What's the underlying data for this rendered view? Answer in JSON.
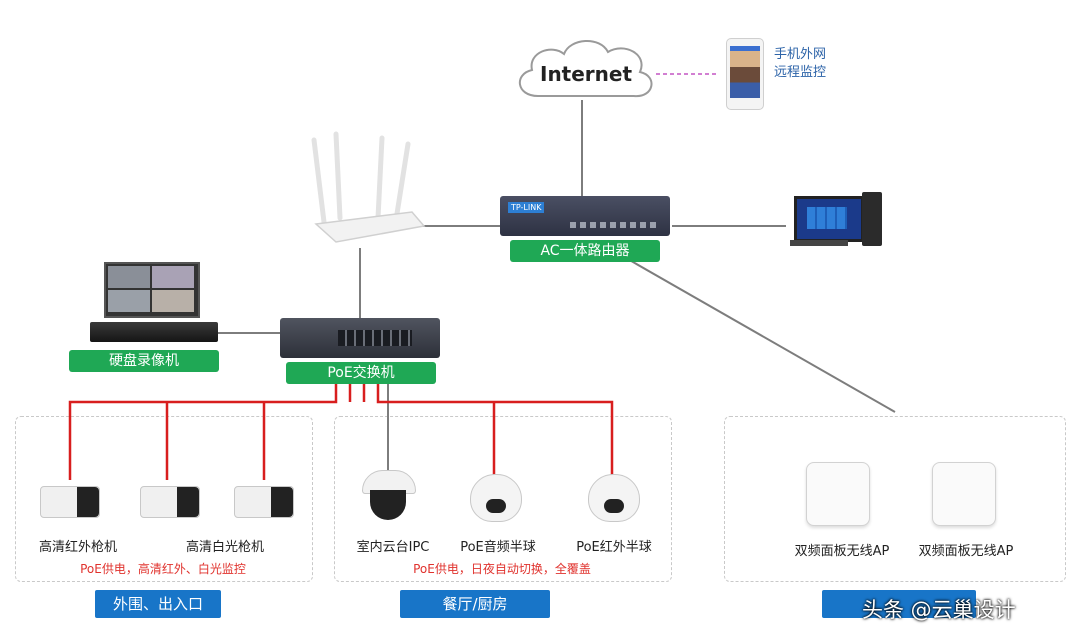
{
  "internet": {
    "label": "Internet"
  },
  "phone": {
    "line1": "手机外网",
    "line2": "远程监控"
  },
  "router": {
    "label": "AC一体路由器",
    "brand": "TP-LINK"
  },
  "nvr": {
    "label": "硬盘录像机"
  },
  "poe_switch": {
    "label": "PoE交换机"
  },
  "zones": [
    {
      "title": "外围、出入口",
      "note": "PoE供电，高清红外、白光监控",
      "devices": [
        "高清红外枪机",
        "高清白光枪机"
      ]
    },
    {
      "title": "餐厅/厨房",
      "note": "PoE供电，日夜自动切换，全覆盖",
      "devices": [
        "室内云台IPC",
        "PoE音频半球",
        "PoE红外半球"
      ]
    },
    {
      "title": "",
      "note": "",
      "devices": [
        "双频面板无线AP",
        "双频面板无线AP"
      ]
    }
  ],
  "watermark": "头条 @云巢设计",
  "colors": {
    "green": "#1fa855",
    "blue": "#1875c8",
    "red_wire": "#d81e1e",
    "gray_wire": "#7d7d7d",
    "note_red": "#e0322d"
  }
}
